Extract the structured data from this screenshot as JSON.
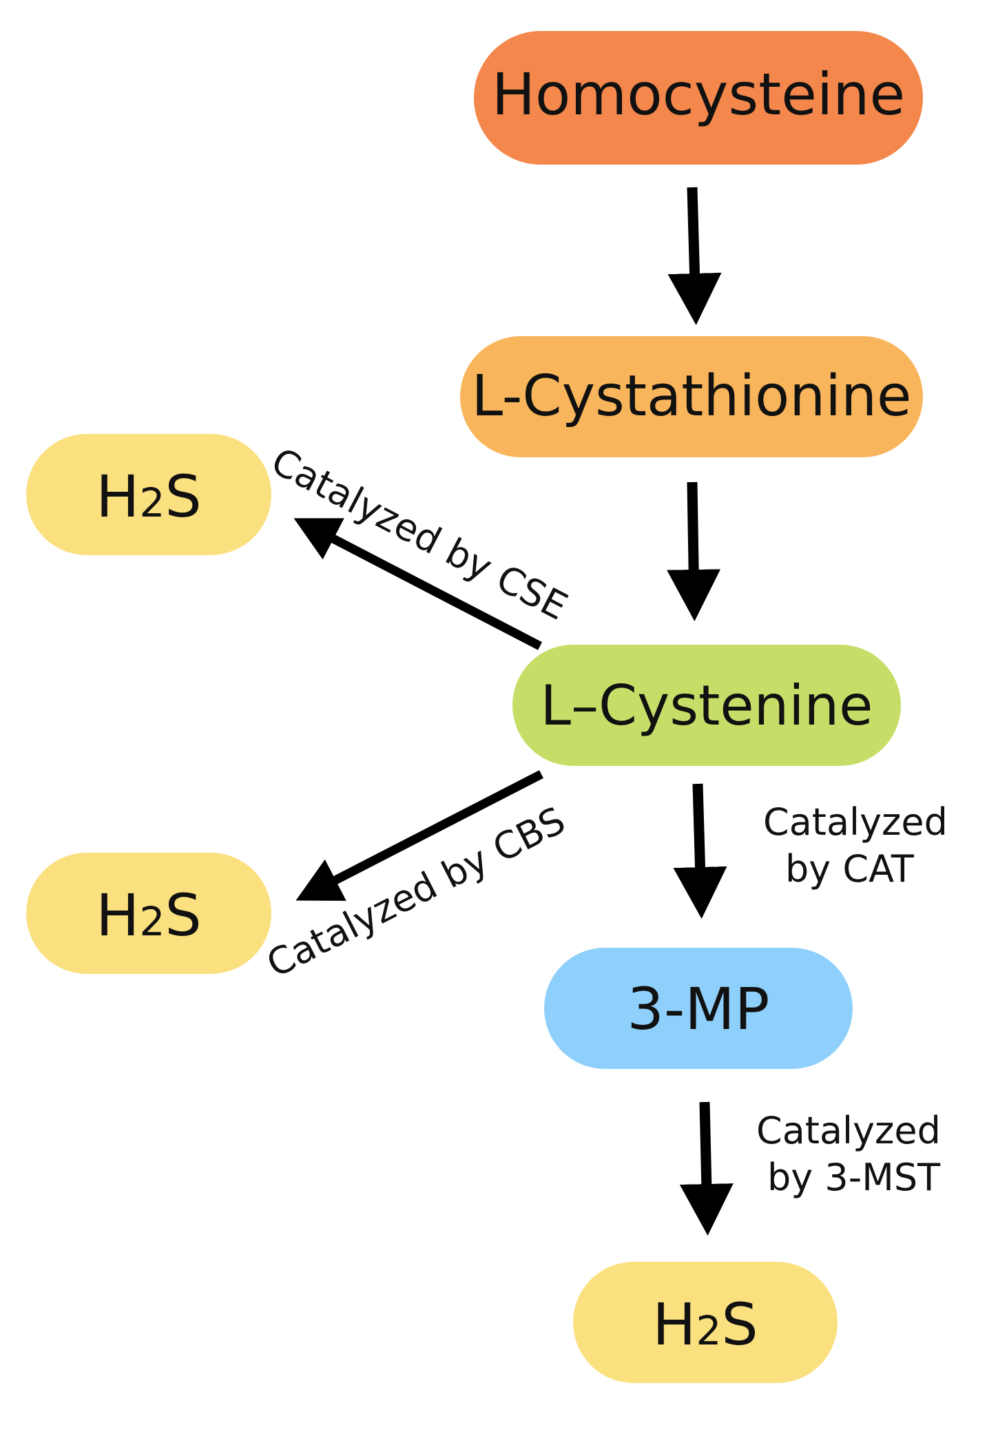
{
  "colors": {
    "homocysteine": "#F4874B",
    "cystathionine": "#F9B55B",
    "cysteine": "#C6DE68",
    "mp": "#8ED0FB",
    "h2s": "#FBE07F",
    "arrow": "#000000"
  },
  "nodes": {
    "homocysteine": "Homocysteine",
    "cystathionine": "L-Cystathionine",
    "cysteine": "L–Cystenine",
    "mp": "3-MP",
    "h2s_top": {
      "main": "H",
      "sub": "2",
      "tail": "S"
    },
    "h2s_mid": {
      "main": "H",
      "sub": "2",
      "tail": "S"
    },
    "h2s_bottom": {
      "main": "H",
      "sub": "2",
      "tail": "S"
    }
  },
  "labels": {
    "cse": "Catalyzed by CSE",
    "cbs": "Catalyzed by CBS",
    "cat_line1": "Catalyzed",
    "cat_line2": "by CAT",
    "mst_line1": "Catalyzed",
    "mst_line2": "by 3-MST"
  }
}
